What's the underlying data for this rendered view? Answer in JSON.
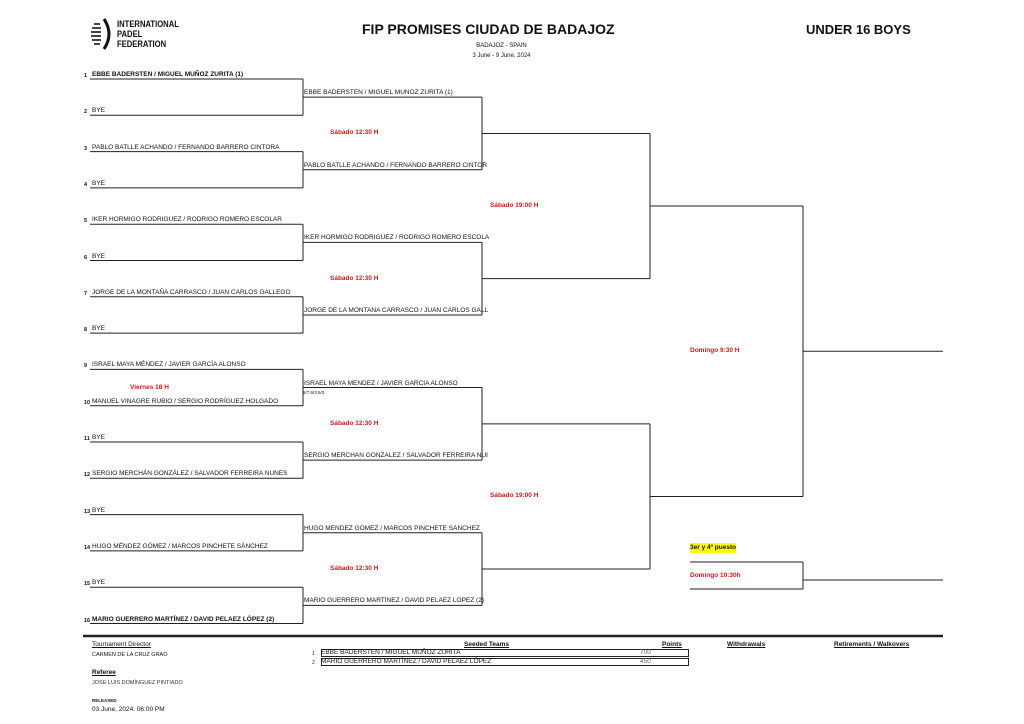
{
  "header": {
    "org_line1": "INTERNATIONAL",
    "org_line2": "PADEL",
    "org_line3": "FEDERATION",
    "title": "FIP PROMISES CIUDAD DE BADAJOZ",
    "location": "BADAJOZ - SPAIN",
    "dates": "3 June - 9 June, 2024",
    "category": "UNDER 16 BOYS"
  },
  "round1": [
    {
      "seed": "1",
      "team": "EBBE BADERSTEN / MIGUEL MUÑOZ ZURITA (1)",
      "bold": true
    },
    {
      "seed": "2",
      "team": "BYE"
    },
    {
      "seed": "3",
      "team": "PABLO BATLLE ACHANDO / FERNANDO BARRERO CINTORA"
    },
    {
      "seed": "4",
      "team": "BYE"
    },
    {
      "seed": "5",
      "team": "IKER HORMIGO RODRIGUEZ / RODRIGO ROMERO ESCOLAR"
    },
    {
      "seed": "6",
      "team": "BYE"
    },
    {
      "seed": "7",
      "team": "JORGE DE LA MONTAÑA CARRASCO / JUAN CARLOS GALLEGO"
    },
    {
      "seed": "8",
      "team": "BYE"
    },
    {
      "seed": "9",
      "team": "ISRAEL MAYA MÉNDEZ / JAVIER GARCÍA ALONSO"
    },
    {
      "seed": "10",
      "team": "MANUEL VINAGRE RUBIO / SERGIO RODRÍGUEZ HOLGADO"
    },
    {
      "seed": "11",
      "team": "BYE"
    },
    {
      "seed": "12",
      "team": "SERGIO MERCHÁN GONZÁLEZ / SALVADOR FERREIRA NUNES"
    },
    {
      "seed": "13",
      "team": "BYE"
    },
    {
      "seed": "14",
      "team": "HUGO MÉNDEZ GÓMEZ / MARCOS PINCHETE SÁNCHEZ"
    },
    {
      "seed": "15",
      "team": "BYE"
    },
    {
      "seed": "16",
      "team": "MARIO GUERRERO MARTÍNEZ / DAVID PELAEZ LÓPEZ (2)",
      "bold": true
    }
  ],
  "round1_times": [
    "",
    "",
    "",
    "",
    "Viernes 18 H",
    "",
    "",
    ""
  ],
  "round2": [
    {
      "team": "EBBE BADERSTEN / MIGUEL MUÑOZ ZURITA (1)",
      "score": ""
    },
    {
      "team": "PABLO BATLLE ACHANDO / FERNANDO BARRERO CINTOR",
      "score": ""
    },
    {
      "team": "IKER HORMIGO RODRIGUEZ / RODRIGO ROMERO ESCOLA",
      "score": ""
    },
    {
      "team": "JORGE DE LA MONTAÑA CARRASCO / JUAN CARLOS GALL",
      "score": ""
    },
    {
      "team": "ISRAEL MAYA MÉNDEZ / JAVIER GARCÍA ALONSO",
      "score": "6/7;6/3;6/3"
    },
    {
      "team": "SERGIO MERCHÁN GONZÁLEZ / SALVADOR FERREIRA NUI",
      "score": ""
    },
    {
      "team": "HUGO MÉNDEZ GÓMEZ / MARCOS PINCHETE SÁNCHEZ",
      "score": ""
    },
    {
      "team": "MARIO GUERRERO MARTÍNEZ / DAVID PELAEZ LÓPEZ (2)",
      "score": ""
    }
  ],
  "round2_times": [
    "Sábado 12:30 H",
    "Sábado 12:30 H",
    "Sábado 12:30 H",
    "Sábado 12:30 H"
  ],
  "round3_times": [
    "Sábado 19:00 H",
    "Sábado 19:00 H"
  ],
  "final_time": "Domingo 9:30 H",
  "third_place": {
    "label": "3er y 4º puesto",
    "time": "Domingo 10:30h",
    "highlight": "#ffff00"
  },
  "footer": {
    "director_label": "Tournament Director",
    "director": "CARMEN DE LA CRUZ GRAO",
    "referee_label": "Referee",
    "referee": "JOSE LUIS DOMÍNGUEZ PINTIADO",
    "released_label": "RELEASED",
    "released": "03 June, 2024. 06:00 PM",
    "seeded_label": "Seeded Teams",
    "points_label": "Points",
    "seeded": [
      {
        "n": "1",
        "team": "EBBE BADERSTEN / MIGUEL MUÑOZ ZURITA",
        "points": "700"
      },
      {
        "n": "2",
        "team": "MARIO GUERRERO MARTÍNEZ / DAVID PELAEZ LÓPEZ",
        "points": "450"
      }
    ],
    "withdrawals_label": "Withdrawals",
    "retirements_label": "Retirements / Walkovers"
  }
}
